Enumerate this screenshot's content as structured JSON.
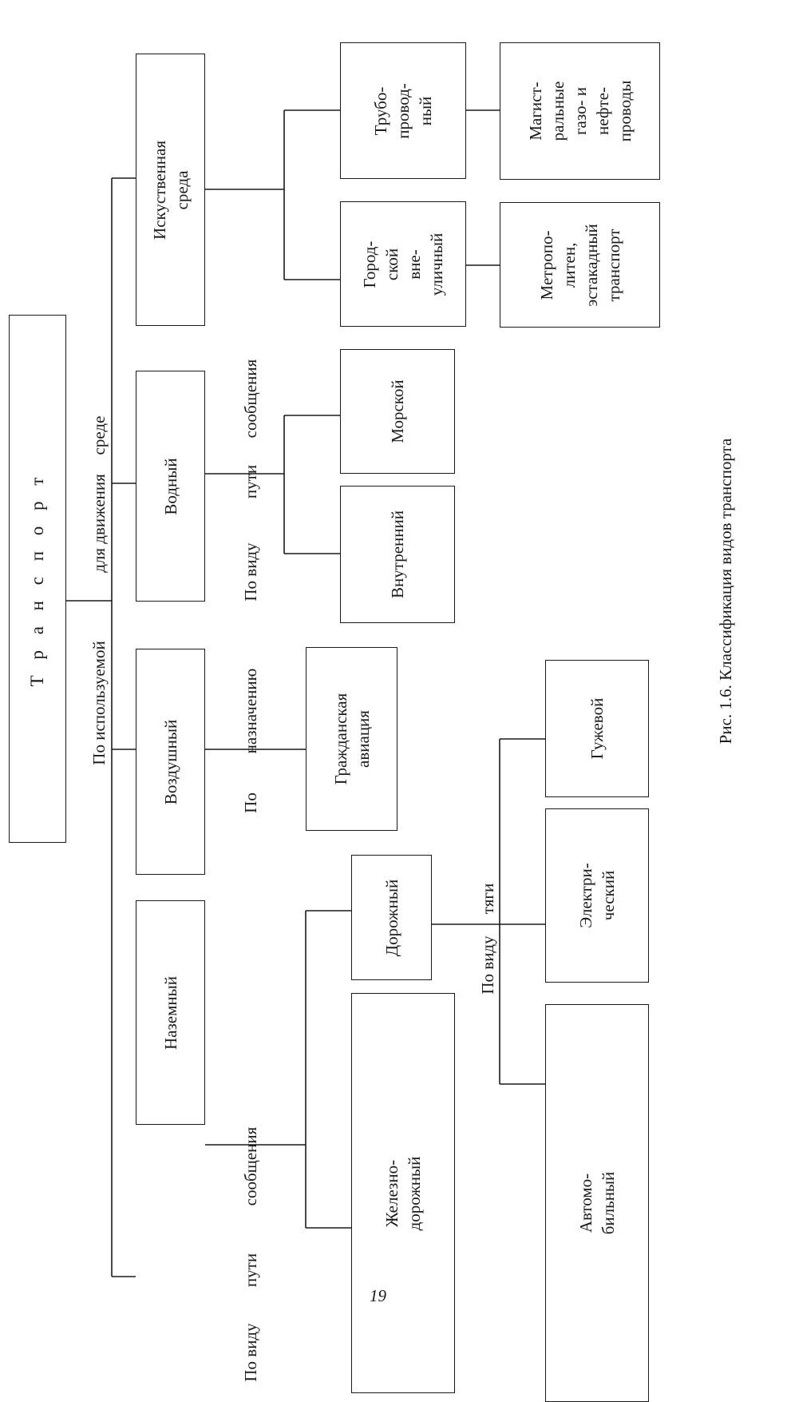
{
  "root": {
    "label": "Т р а н с п о р т"
  },
  "criteria": {
    "environment_1": "По используемой",
    "environment_2": "для движения",
    "environment_3": "среде",
    "ground_1": "По виду",
    "ground_2": "пути",
    "ground_3": "сообщения",
    "air_1": "По",
    "air_2": "назначению",
    "water_1": "По виду",
    "water_2": "пути",
    "water_3": "сообщения",
    "road_1": "По виду",
    "road_2": "тяги"
  },
  "categories": {
    "ground": "Наземный",
    "air": "Воздушный",
    "water": "Водный",
    "artificial": "Искуственная\nсреда"
  },
  "ground": {
    "rail": "Железно-\nдорожный",
    "road": "Дорожный"
  },
  "road": {
    "auto": "Автомо-\nбильный",
    "electric": "Электри-\nческий",
    "horse": "Гужевой"
  },
  "air": {
    "civil": "Гражданская\nавиация"
  },
  "water": {
    "inland": "Внутренний",
    "sea": "Морской"
  },
  "artificial": {
    "urban": "Город-\nской\nвне-\nуличный",
    "pipeline": "Трубо-\nпровод-\nный"
  },
  "examples": {
    "urban": "Метропо-\nлитен,\nэстакадный\nтранспорт",
    "pipeline": "Магист-\nральные\nгазо- и\nнефте-\nпроводы"
  },
  "caption": "Рис. 1.6. Классификация видов транспорта",
  "page_number": "19"
}
